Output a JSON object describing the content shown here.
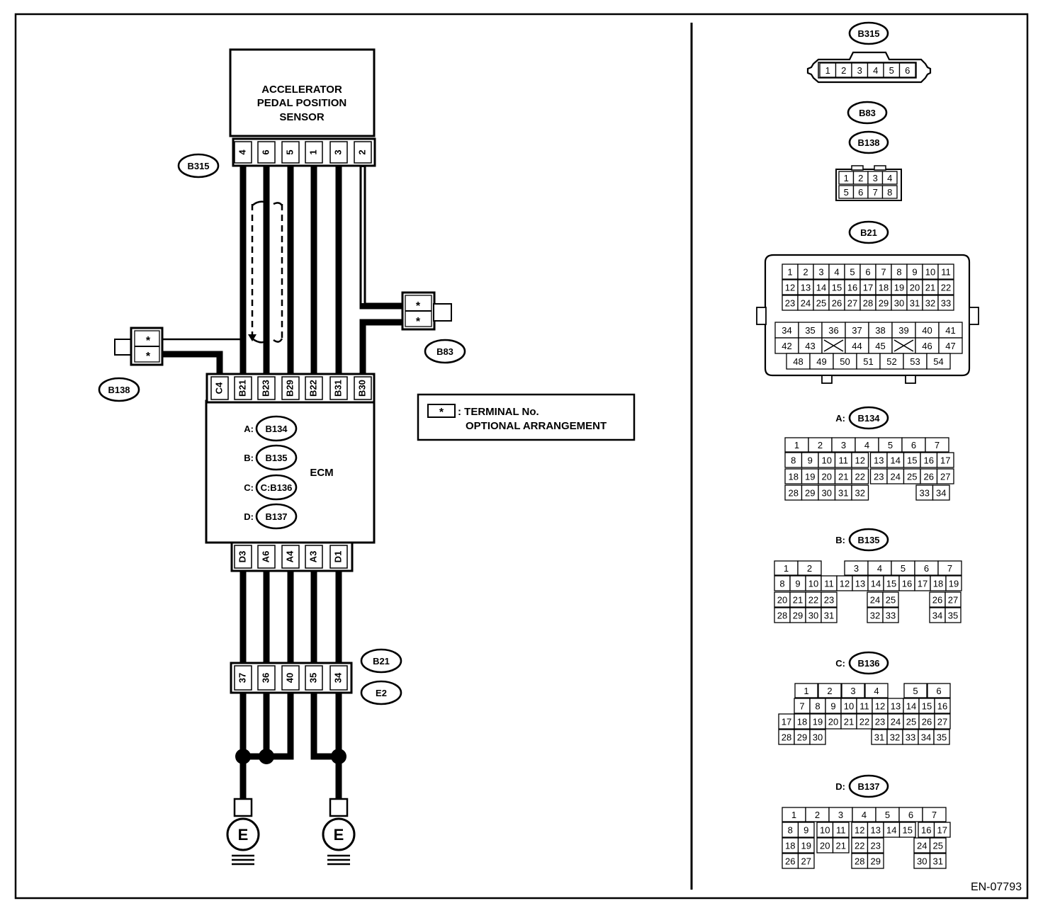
{
  "sensor": {
    "name_lines": [
      "ACCELERATOR",
      "PEDAL POSITION",
      "SENSOR"
    ]
  },
  "ecm": {
    "label": "ECM",
    "connector_list": [
      {
        "prefix": "A:",
        "code": "B134"
      },
      {
        "prefix": "B:",
        "code": "B135"
      },
      {
        "prefix": "C:",
        "code": "C:B136"
      },
      {
        "prefix": "D:",
        "code": "B137"
      }
    ]
  },
  "connector_tags": {
    "sensor": "B315",
    "left_joint": "B138",
    "right_joint": "B83",
    "ground_b": "B21",
    "ground_e": "E2"
  },
  "sensor_pins": [
    "4",
    "6",
    "5",
    "1",
    "3",
    "2"
  ],
  "ecm_top_pins": [
    "C4",
    "B21",
    "B23",
    "B29",
    "B22",
    "B31",
    "B30"
  ],
  "ecm_bottom_pins": [
    "D3",
    "A6",
    "A4",
    "A3",
    "D1"
  ],
  "ground_pins": [
    "37",
    "36",
    "40",
    "35",
    "34"
  ],
  "joint_star": "*",
  "ground_symbol": "E",
  "legend": {
    "star": "*",
    "line1": ": TERMINAL No.",
    "line2": "OPTIONAL ARRANGEMENT"
  },
  "right_panel": {
    "b315": {
      "tag": "B315",
      "pins": [
        "1",
        "2",
        "3",
        "4",
        "5",
        "6"
      ]
    },
    "b83_b138": {
      "tags": [
        "B83",
        "B138"
      ],
      "rows": [
        [
          "1",
          "2",
          "3",
          "4"
        ],
        [
          "5",
          "6",
          "7",
          "8"
        ]
      ]
    },
    "b21": {
      "tag": "B21",
      "upper_rows": [
        [
          "1",
          "2",
          "3",
          "4",
          "5",
          "6",
          "7",
          "8",
          "9",
          "10",
          "11"
        ],
        [
          "12",
          "13",
          "14",
          "15",
          "16",
          "17",
          "18",
          "19",
          "20",
          "21",
          "22"
        ],
        [
          "23",
          "24",
          "25",
          "26",
          "27",
          "28",
          "29",
          "30",
          "31",
          "32",
          "33"
        ]
      ],
      "lower_row1": [
        "34",
        "35",
        "36",
        "37",
        "38",
        "39",
        "40",
        "41"
      ],
      "lower_row2": [
        "42",
        "43",
        "",
        "44",
        "45",
        "",
        "46",
        "47"
      ],
      "lower_row3": [
        "48",
        "49",
        "50",
        "51",
        "52",
        "53",
        "54"
      ]
    },
    "b134": {
      "prefix": "A:",
      "tag": "B134",
      "row1": [
        "1",
        "2",
        "3",
        "4",
        "5",
        "6",
        "7"
      ],
      "row2": [
        "8",
        "9",
        "10",
        "11",
        "12",
        "13",
        "14",
        "15",
        "16",
        "17"
      ],
      "row3": [
        "18",
        "19",
        "20",
        "21",
        "22",
        "23",
        "24",
        "25",
        "26",
        "27"
      ],
      "row4": [
        "28",
        "29",
        "30",
        "31",
        "32",
        "33",
        "34"
      ]
    },
    "b135": {
      "prefix": "B:",
      "tag": "B135",
      "row1": [
        "1",
        "2",
        "3",
        "4",
        "5",
        "6",
        "7"
      ],
      "row2": [
        "8",
        "9",
        "10",
        "11",
        "12",
        "13",
        "14",
        "15",
        "16",
        "17",
        "18",
        "19"
      ],
      "row3": [
        "20",
        "21",
        "22",
        "23",
        "24",
        "25",
        "26",
        "27"
      ],
      "row4": [
        "28",
        "29",
        "30",
        "31",
        "32",
        "33",
        "34",
        "35"
      ]
    },
    "b136": {
      "prefix": "C:",
      "tag": "B136",
      "row1": [
        "1",
        "2",
        "3",
        "4",
        "5",
        "6"
      ],
      "row2": [
        "7",
        "8",
        "9",
        "10",
        "11",
        "12",
        "13",
        "14",
        "15",
        "16"
      ],
      "row3": [
        "17",
        "18",
        "19",
        "20",
        "21",
        "22",
        "23",
        "24",
        "25",
        "26",
        "27"
      ],
      "row4": [
        "28",
        "29",
        "30",
        "31",
        "32",
        "33",
        "34",
        "35"
      ]
    },
    "b137": {
      "prefix": "D:",
      "tag": "B137",
      "row1": [
        "1",
        "2",
        "3",
        "4",
        "5",
        "6",
        "7"
      ],
      "row2": [
        "8",
        "9",
        "10",
        "11",
        "12",
        "13",
        "14",
        "15",
        "16",
        "17"
      ],
      "row3": [
        "18",
        "19",
        "20",
        "21",
        "22",
        "23",
        "24",
        "25"
      ],
      "row4": [
        "26",
        "27",
        "28",
        "29",
        "30",
        "31"
      ]
    }
  },
  "figure_id": "EN-07793"
}
